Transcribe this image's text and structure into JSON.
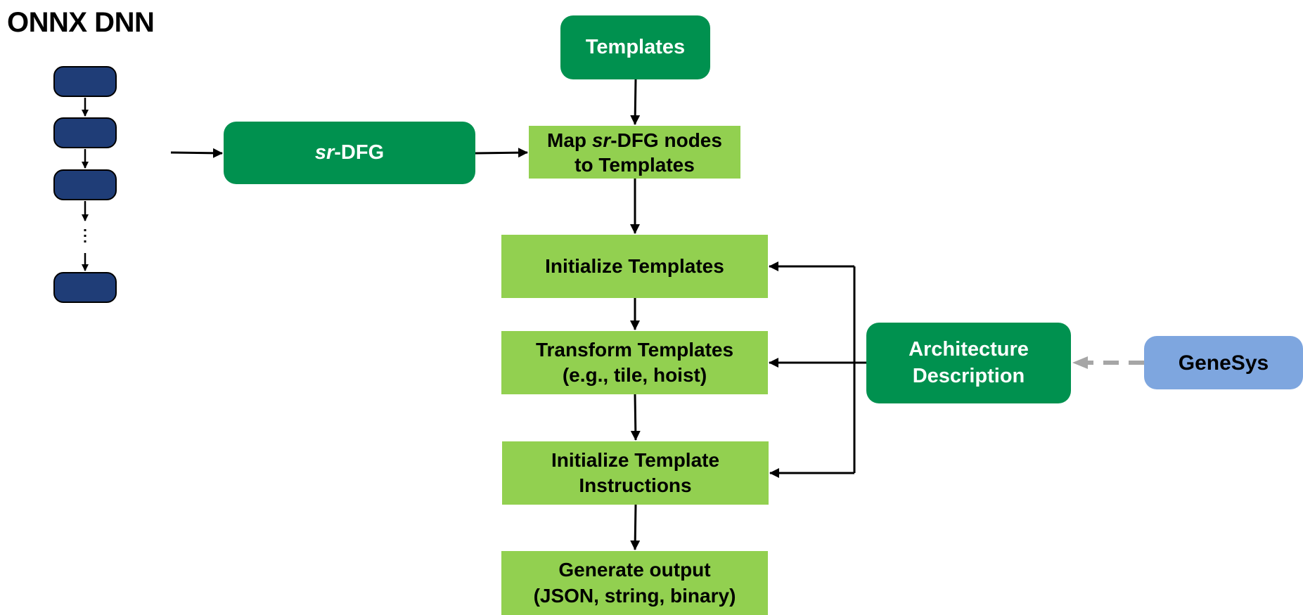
{
  "title": "ONNX DNN",
  "nodes": {
    "srdfg": {
      "prefix": "sr",
      "suffix": "-DFG"
    },
    "templates": "Templates",
    "map": {
      "line1_pre": "Map ",
      "line1_it": "sr",
      "line1_post": "-DFG nodes",
      "line2": "to Templates"
    },
    "init_templates": "Initialize Templates",
    "transform": {
      "line1": "Transform Templates",
      "line2": "(e.g., tile, hoist)"
    },
    "init_instr": {
      "line1": "Initialize Template",
      "line2": "Instructions"
    },
    "generate": {
      "line1": "Generate output",
      "line2": "(JSON, string, binary)"
    },
    "arch": {
      "line1": "Architecture",
      "line2": "Description"
    },
    "genesys": "GeneSys"
  },
  "colors": {
    "dnn_node": "#1f3d77",
    "dark_green": "#00914f",
    "light_green": "#92d050",
    "genesys_blue": "#7ea6df",
    "dashed_arrow": "#a6a6a6"
  }
}
